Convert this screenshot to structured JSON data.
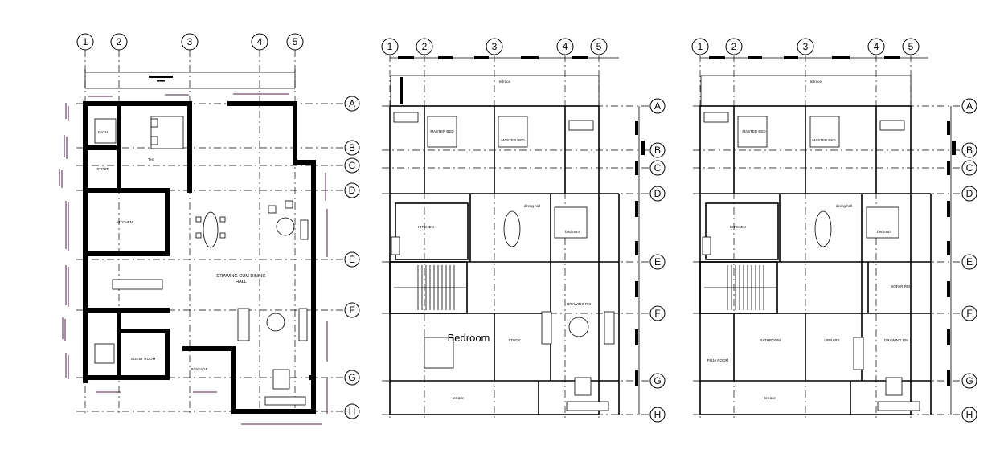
{
  "plans": [
    {
      "id": "plan-1",
      "col_labels": [
        "1",
        "2",
        "3",
        "4",
        "5"
      ],
      "row_labels": [
        "A",
        "B",
        "C",
        "D",
        "E",
        "F",
        "G",
        "H"
      ],
      "hall_label": "DRAWING CUM DINING",
      "hall_label2": "HALL"
    },
    {
      "id": "plan-2",
      "col_labels": [
        "1",
        "2",
        "3",
        "4",
        "5"
      ],
      "row_labels": [
        "A",
        "B",
        "C",
        "D",
        "E",
        "F",
        "G",
        "H"
      ],
      "bedroom_label": "Bedroom"
    },
    {
      "id": "plan-3",
      "col_labels": [
        "1",
        "2",
        "3",
        "4",
        "5"
      ],
      "row_labels": [
        "A",
        "B",
        "C",
        "D",
        "E",
        "F",
        "G",
        "H"
      ]
    }
  ]
}
